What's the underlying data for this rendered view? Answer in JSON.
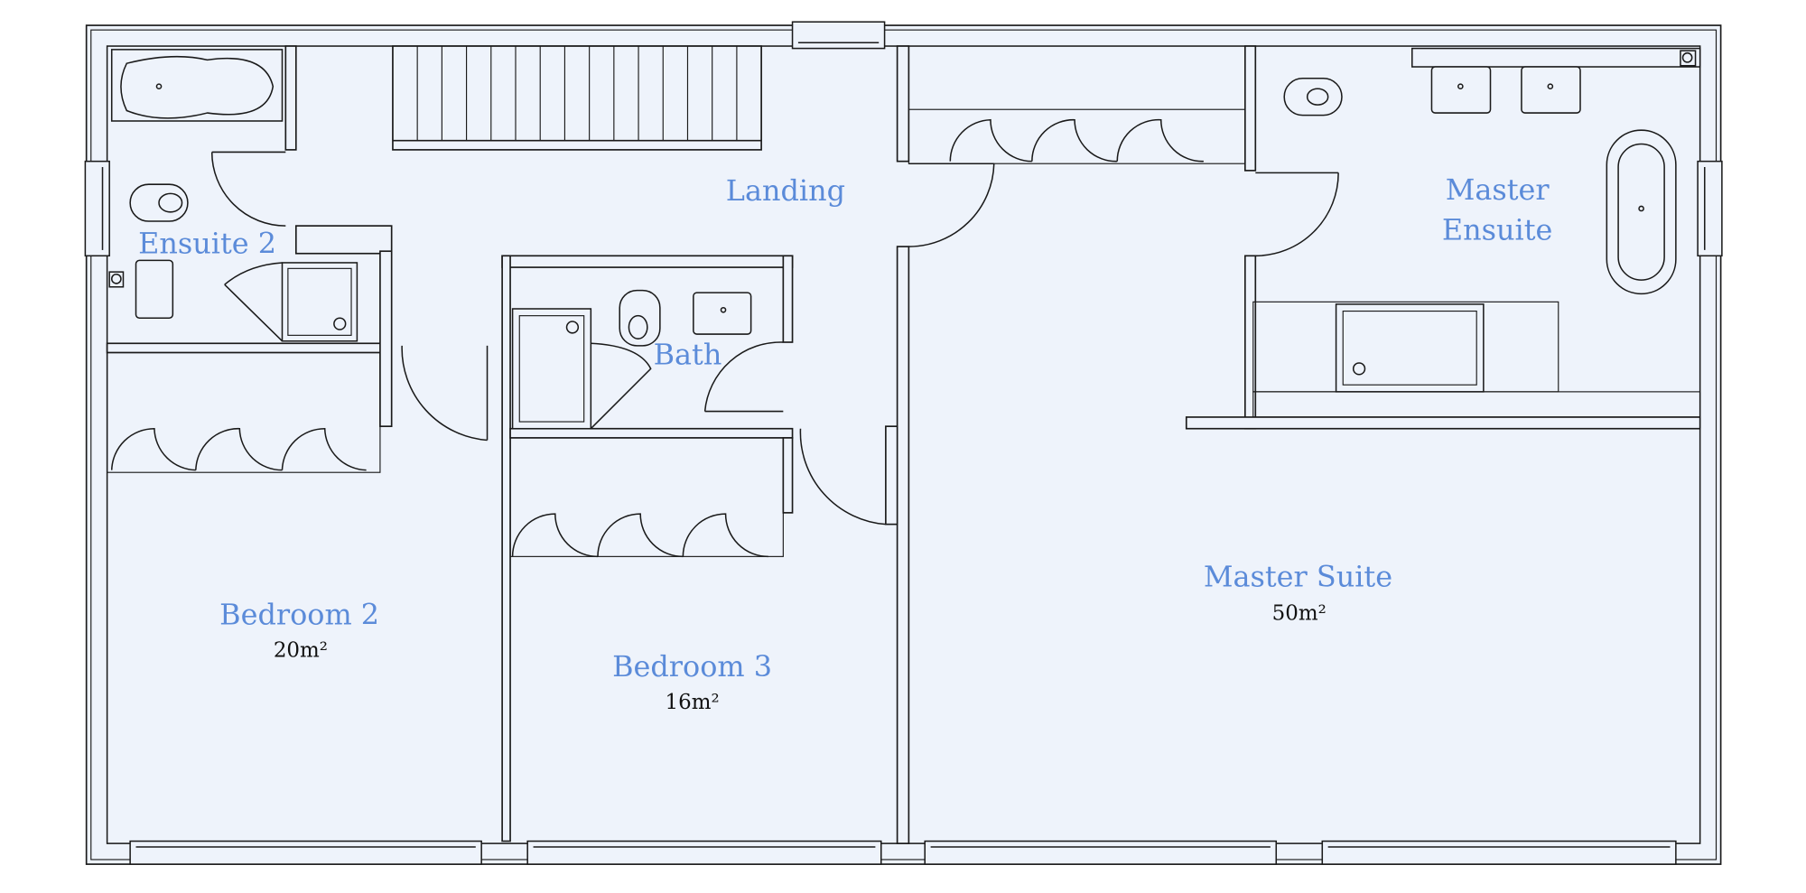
{
  "colors": {
    "background": "#ffffff",
    "floor": "#eef3fb",
    "walls": "#1a1a1a",
    "room_label": "#5b8bd9",
    "area_label": "#111111"
  },
  "rooms": [
    {
      "name": "Landing",
      "area": ""
    },
    {
      "name": "Ensuite 2",
      "area": ""
    },
    {
      "name": "Bath",
      "area": ""
    },
    {
      "name": "Master",
      "name2": "Ensuite",
      "area": ""
    },
    {
      "name": "Master Suite",
      "area": "50m²"
    },
    {
      "name": "Bedroom 2",
      "area": "20m²"
    },
    {
      "name": "Bedroom 3",
      "area": "16m²"
    }
  ]
}
